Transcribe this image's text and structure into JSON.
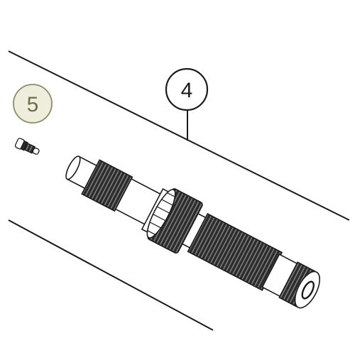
{
  "callouts": [
    {
      "label": "4",
      "fill": "#ffffff",
      "stroke": "#1a1a1a",
      "text_color": "#1a1a1a"
    },
    {
      "label": "5",
      "fill": "#efeedd",
      "stroke": "#8c8a6a",
      "text_color": "#6f6d4c"
    }
  ],
  "colors": {
    "outline": "#1a1a1a",
    "spline_dark": "#2b2b2b",
    "spline_light": "#7d7d7d",
    "plain_surface": "#ffffff"
  },
  "parts": {
    "shaft_icon": "transmission-main-shaft",
    "small_part_icon": "screw-plug"
  }
}
